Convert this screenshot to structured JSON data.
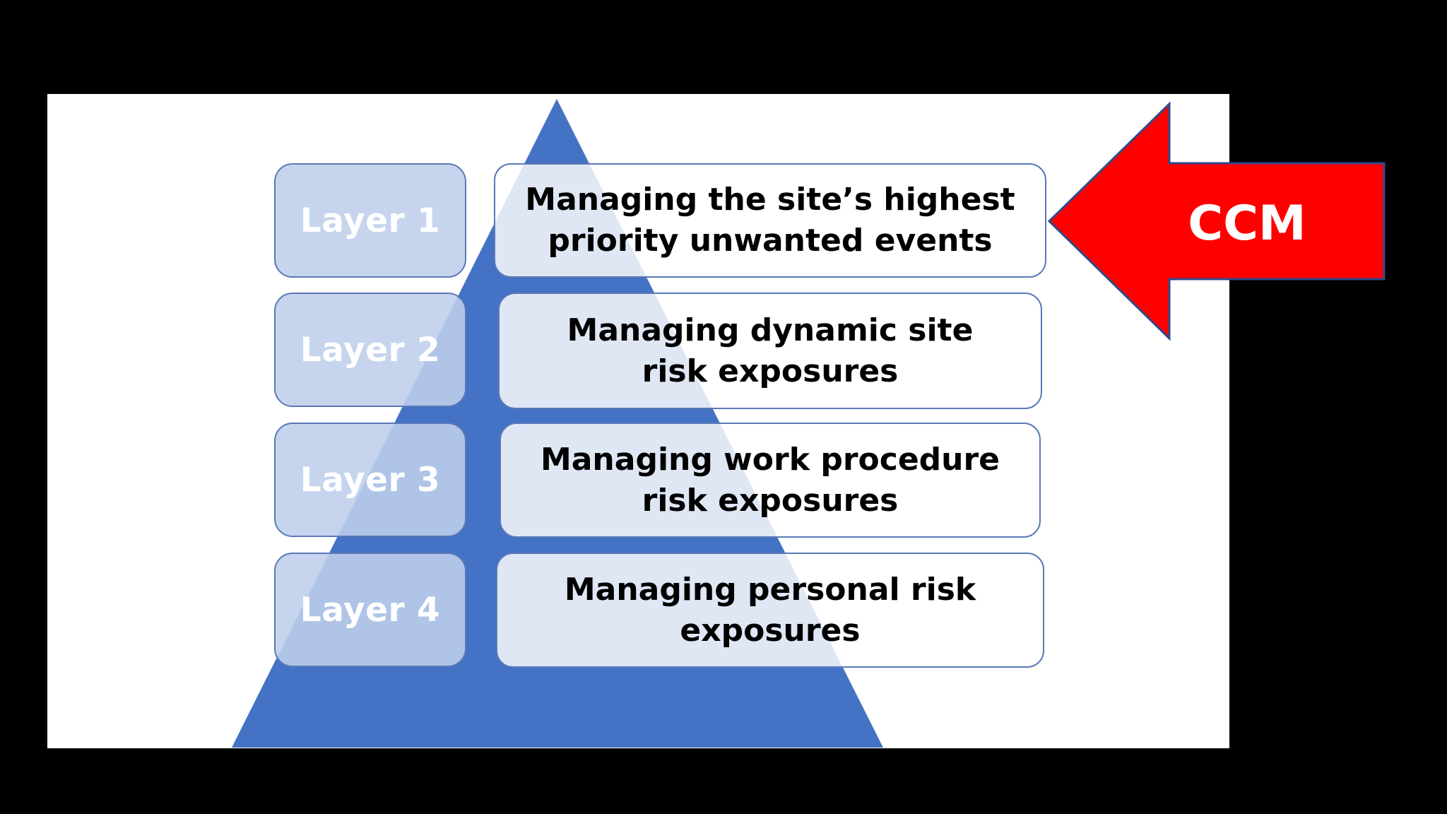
{
  "diagram": {
    "layers": [
      {
        "label": "Layer 1",
        "description": "Managing the site’s highest priority unwanted events"
      },
      {
        "label": "Layer 2",
        "description": "Managing dynamic site risk exposures"
      },
      {
        "label": "Layer 3",
        "description": "Managing work procedure risk exposures"
      },
      {
        "label": "Layer 4",
        "description": "Managing personal risk exposures"
      }
    ],
    "callout": {
      "label": "CCM"
    }
  },
  "colors": {
    "pyramid": "#4472c4",
    "layer_box": "#bfcfeb",
    "box_border": "#5b79b8",
    "callout_fill": "#ff0000",
    "callout_border": "#2f4a8a",
    "background": "#ffffff",
    "frame": "#000000"
  }
}
